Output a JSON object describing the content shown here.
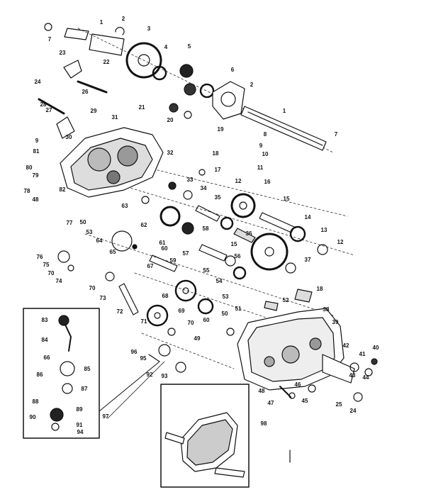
{
  "diagram": {
    "type": "exploded-parts-view",
    "colors": {
      "ink": "#111111",
      "paper": "#ffffff"
    },
    "groups": [
      "shaft-assembly",
      "gear-train",
      "transmission-case-left",
      "transmission-case-right",
      "shift-linkage-inset",
      "assembled-transmission-inset"
    ],
    "callouts": [
      "1",
      "2",
      "3",
      "4",
      "5",
      "6",
      "7",
      "8",
      "9",
      "10",
      "11",
      "12",
      "13",
      "14",
      "15",
      "16",
      "17",
      "18",
      "19",
      "20",
      "21",
      "22",
      "23",
      "24",
      "25",
      "26",
      "27",
      "28",
      "29",
      "30",
      "31",
      "32",
      "33",
      "34",
      "35",
      "36",
      "37",
      "38",
      "39",
      "40",
      "41",
      "42",
      "43",
      "44",
      "45",
      "46",
      "47",
      "48",
      "49",
      "50",
      "51",
      "52",
      "53",
      "54",
      "55",
      "56",
      "57",
      "58",
      "59",
      "60",
      "61",
      "62",
      "63",
      "64",
      "65",
      "66",
      "67",
      "68",
      "69",
      "70",
      "71",
      "72",
      "73",
      "74",
      "75",
      "76",
      "77",
      "78",
      "79",
      "80",
      "81",
      "82",
      "83",
      "84",
      "85",
      "86",
      "87",
      "88",
      "89",
      "90",
      "91",
      "92",
      "93",
      "94",
      "95",
      "96",
      "97",
      "98"
    ]
  }
}
